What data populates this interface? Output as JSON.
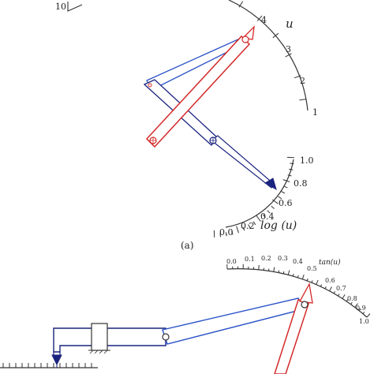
{
  "panel_a": {
    "caption": "(a)",
    "u_scale": {
      "name": "u",
      "corner_tick_label": "10",
      "labels": [
        "4",
        "3",
        "2",
        "1"
      ]
    },
    "log_scale": {
      "name": "log (u)",
      "labels": [
        "1.0",
        "0.8",
        "0.6",
        "0.4",
        "0.2",
        "0.0"
      ]
    }
  },
  "panel_b": {
    "tan_scale": {
      "name": "tan(u)",
      "labels": [
        "0.0",
        "0.1",
        "0.2",
        "0.3",
        "0.4",
        "0.5",
        "0.6",
        "0.7",
        "0.8",
        "0.9",
        "1.0"
      ]
    }
  },
  "colors": {
    "red_arm": "#d42a2a",
    "blue_arm": "#2a52c8",
    "navy_arm": "#1a237e",
    "scale_ink": "#333333"
  }
}
